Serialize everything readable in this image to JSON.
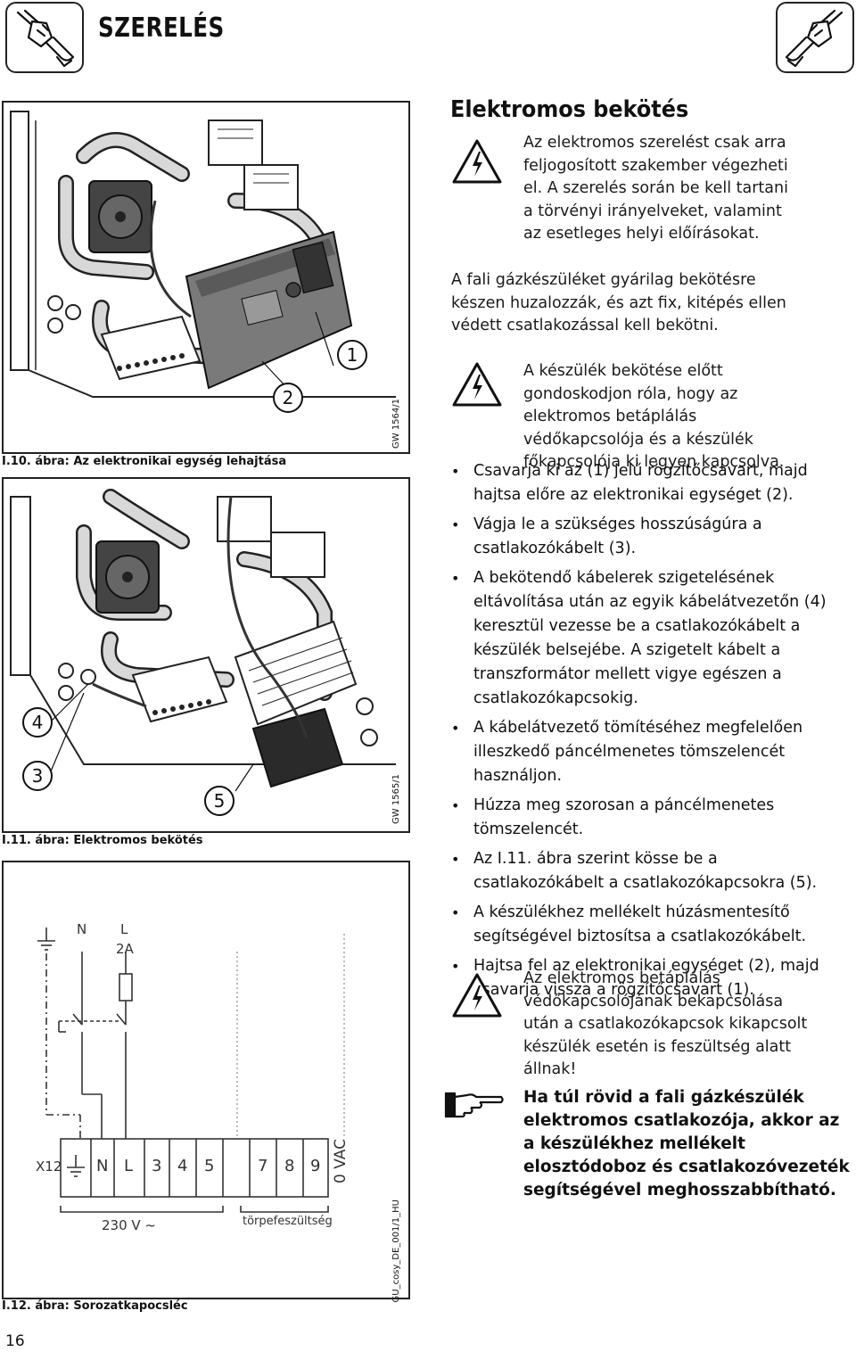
{
  "header": {
    "title": "SZERELÉS"
  },
  "section": {
    "title": "Elektromos bekötés"
  },
  "warnings": [
    "Az elektromos szerelést csak arra feljogosított szakember végezheti el. A szerelés során be kell tartani a törvényi irányelveket, valamint az esetleges helyi előírásokat.",
    "A készülék bekötése előtt gondoskodjon róla, hogy az elektromos betáplálás védőkapcsolója és a készülék főkapcsolója ki legyen kapcsolva.",
    "Az elektromos betáplálás védőkapcsolójának bekapcsolása után a csatlakozókapcsok kikapcsolt készülék esetén is feszültség alatt állnak!"
  ],
  "intro": "A fali gázkészüléket gyárilag bekötésre készen huzalozzák, és azt fix, kitépés ellen védett csatlakozással kell bekötni.",
  "steps": [
    "Csavarja ki az (1) jelű rögzítőcsavart, majd hajtsa előre az elektronikai egységet (2).",
    "Vágja le a szükséges hosszúságúra a csatlakozókábelt (3).",
    "A bekötendő kábelerek szigetelésének eltávolítása után az egyik kábelátvezetőn (4) keresztül vezesse be a csatlakozókábelt a készülék belsejébe. A szigetelt kábelt a transzformátor mellett vigye egészen a csatlakozókapcsokig.",
    "A kábelátvezető tömítéséhez megfelelően illeszkedő páncélmenetes tömszelencét használjon.",
    "Húzza meg szorosan a páncélmenetes tömszelencét.",
    "Az I.11. ábra szerint kösse be a csatlakozókábelt a csatlakozókapcsokra (5).",
    "A készülékhez mellékelt húzásmentesítő segítségével biztosítsa a csatlakozókábelt.",
    "Hajtsa fel az elektronikai egységet (2), majd csavarja vissza a rögzítőcsavart (1)."
  ],
  "note": "Ha túl rövid a fali gázkészülék elektromos csatlakozója, akkor az a készülékhez mellékelt elosztódoboz és csatlakozóvezeték segítségével meghosszabbítható.",
  "figures": [
    {
      "caption": "I.10. ábra: Az elektronikai egység lehajtása",
      "code": "GW 1564/1",
      "callouts": [
        "1",
        "2"
      ]
    },
    {
      "caption": "I.11. ábra: Elektromos bekötés",
      "code": "GW 1565/1",
      "callouts": [
        "4",
        "3",
        "5"
      ]
    },
    {
      "caption": "I.12. ábra: Sorozatkapocsléc",
      "code": "GU_cosy_DE_001/1_HU",
      "labels": {
        "n": "N",
        "l": "L",
        "fuse": "2A",
        "strip": "X12",
        "voltage": "230 V ~",
        "low": "törpefeszültség",
        "vac": "0 VAC"
      },
      "terminals": [
        "N",
        "L",
        "3",
        "4",
        "5",
        "7",
        "8",
        "9"
      ]
    }
  ],
  "page": {
    "number": "16"
  }
}
